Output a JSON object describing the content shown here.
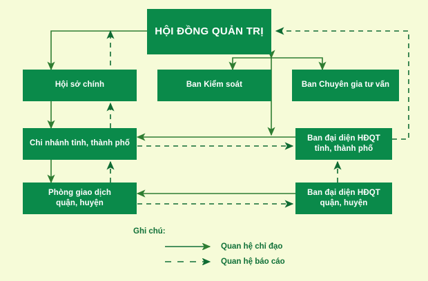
{
  "diagram": {
    "title": "HỘI ĐỒNG QUẢN TRỊ",
    "colors": {
      "background": "#f6fbd8",
      "node_fill": "#0a8a4a",
      "node_text": "#ffffff",
      "line_solid": "#2f7d32",
      "line_dashed": "#0f6b33",
      "legend_text": "#107038"
    },
    "nodes": [
      {
        "id": "board",
        "label": "HỘI ĐỒNG QUẢN TRỊ",
        "level": 0
      },
      {
        "id": "head-office",
        "label": "Hội sở chính",
        "level": 1
      },
      {
        "id": "supervisory",
        "label": "Ban Kiểm soát",
        "level": 1
      },
      {
        "id": "advisory",
        "label": "Ban Chuyên gia tư vấn",
        "level": 1
      },
      {
        "id": "branch-province",
        "label": "Chi nhánh tỉnh, thành phố",
        "level": 2
      },
      {
        "id": "rep-province",
        "label": "Ban đại diện HĐQT\ntỉnh, thành phố",
        "level": 2
      },
      {
        "id": "office-district",
        "label": "Phòng giao dịch\nquận, huyện",
        "level": 3
      },
      {
        "id": "rep-district",
        "label": "Ban đại diện HĐQT\nquận, huyện",
        "level": 3
      }
    ],
    "legend": {
      "title": "Ghi chú:",
      "items": [
        {
          "style": "solid",
          "label": "Quan hệ chỉ đạo"
        },
        {
          "style": "dashed",
          "label": "Quan hệ báo cáo"
        }
      ]
    }
  }
}
